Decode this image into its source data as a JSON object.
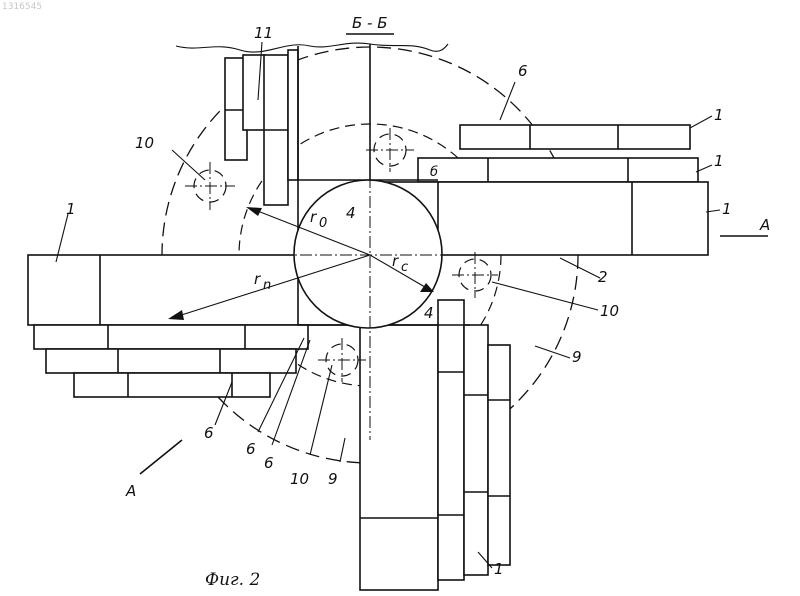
{
  "watermark": "1316545",
  "section_title": "Б - Б",
  "figure_caption": "Фиг. 2",
  "view_arrow_label": "А",
  "labels": {
    "l1": "1",
    "l2": "2",
    "l4": "4",
    "l6": "6",
    "l9": "9",
    "l10": "10",
    "l11": "11",
    "small_b": "б"
  },
  "radii": {
    "r0": "r",
    "r0_sub": "0",
    "rc": "r",
    "rc_sub": "c",
    "rn": "r",
    "rn_sub": "n"
  }
}
